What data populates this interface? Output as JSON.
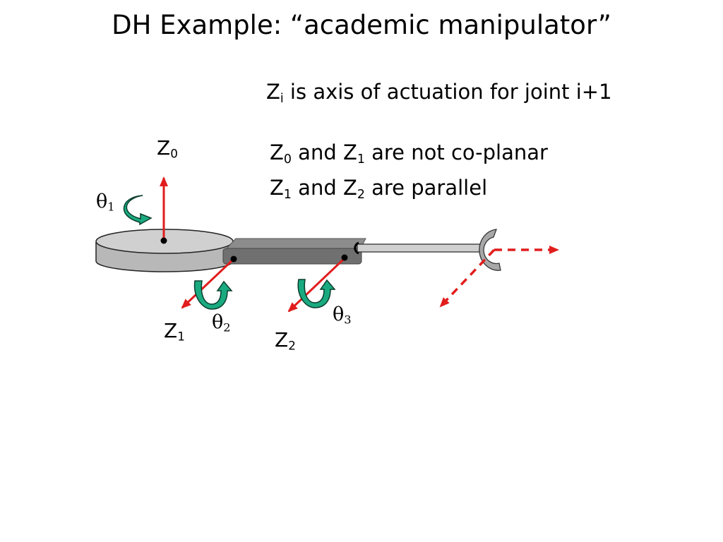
{
  "title": "DH Example: “academic manipulator”",
  "notes": [
    {
      "pre": "Z",
      "sub": "i",
      "post": " is axis of actuation for joint i+1"
    },
    {
      "s1": "Z",
      "sub1": "0",
      "mid": " and Z",
      "sub2": "1",
      "post": " are not co-planar"
    },
    {
      "s1": "Z",
      "sub1": "1",
      "mid": " and Z",
      "sub2": "2",
      "post": " are parallel"
    }
  ],
  "axes": [
    {
      "letter": "Z",
      "sub": "0"
    },
    {
      "letter": "Z",
      "sub": "1"
    },
    {
      "letter": "Z",
      "sub": "2"
    }
  ],
  "angles": [
    {
      "symbol": "θ",
      "sub": "1"
    },
    {
      "symbol": "θ",
      "sub": "2"
    },
    {
      "symbol": "θ",
      "sub": "3"
    }
  ],
  "colors": {
    "axis_arrow": "#e11d1d",
    "rotation_arrow": "#1aaa80",
    "base_disk": "#c8c8c8",
    "link": "#6f6f6f",
    "gripper": "#a8a8a8"
  }
}
